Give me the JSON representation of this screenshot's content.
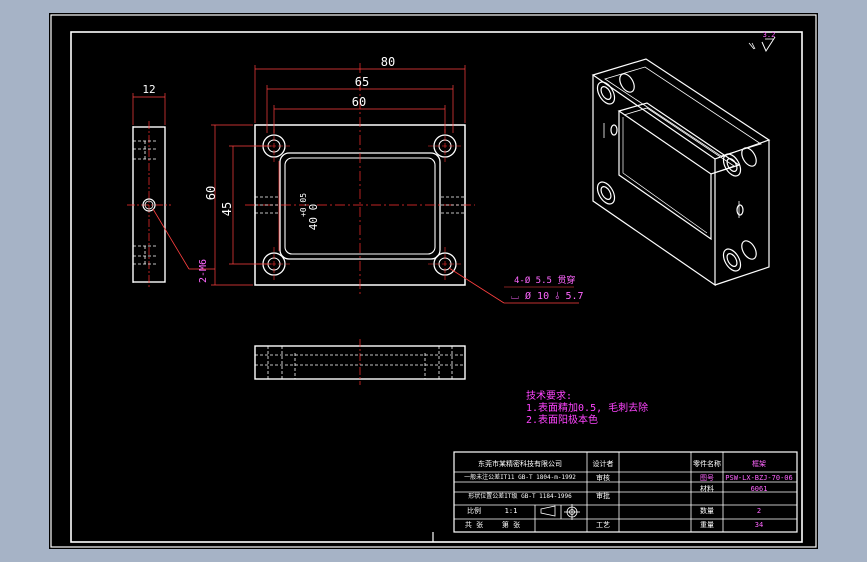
{
  "drawing": {
    "roughness_value": "3.2",
    "dims": {
      "overall_width": "80",
      "hole_pitch_outer": "65",
      "hole_pitch_inner": "60",
      "overall_height": "60",
      "hole_pitch_vertical": "45",
      "pocket_height_tol": "+0.05",
      "pocket_height": "40 0",
      "side_thickness": "12",
      "side_hole_callout": "2-M6",
      "cbore_note_line1": "4-Ø 5.5 贯穿",
      "cbore_note_line2": "⌴ Ø 10 ⫰ 5.7"
    },
    "tech_notes": {
      "title": "技术要求:",
      "line1": "1.表面精加0.5, 毛刺去除",
      "line2": "2.表面阳极本色"
    }
  },
  "title_block": {
    "company": "东莞市某精密科技有限公司",
    "std1": "一般未注公差IT11 GB-T 1804-m-1992",
    "std2": "形状位置公差IT级 GB-T 1184-1996",
    "design_label": "设计者",
    "design_value": "",
    "part_name_label": "零件名称",
    "part_name_value": "框架",
    "drawing_no_label": "图号",
    "drawing_no_value": "PSW-LX-BZJ-70-06",
    "check_label": "审核",
    "material_label": "材料",
    "material_value": "6061",
    "approve_label": "审批",
    "qty_label": "数量",
    "qty_value": "2",
    "scale_label": "比例",
    "scale_value": "1:1",
    "sheet_label": "共 张",
    "sheet_value": "第 张",
    "process_label": "工艺",
    "weight_label": "重量",
    "weight_value": "34"
  }
}
